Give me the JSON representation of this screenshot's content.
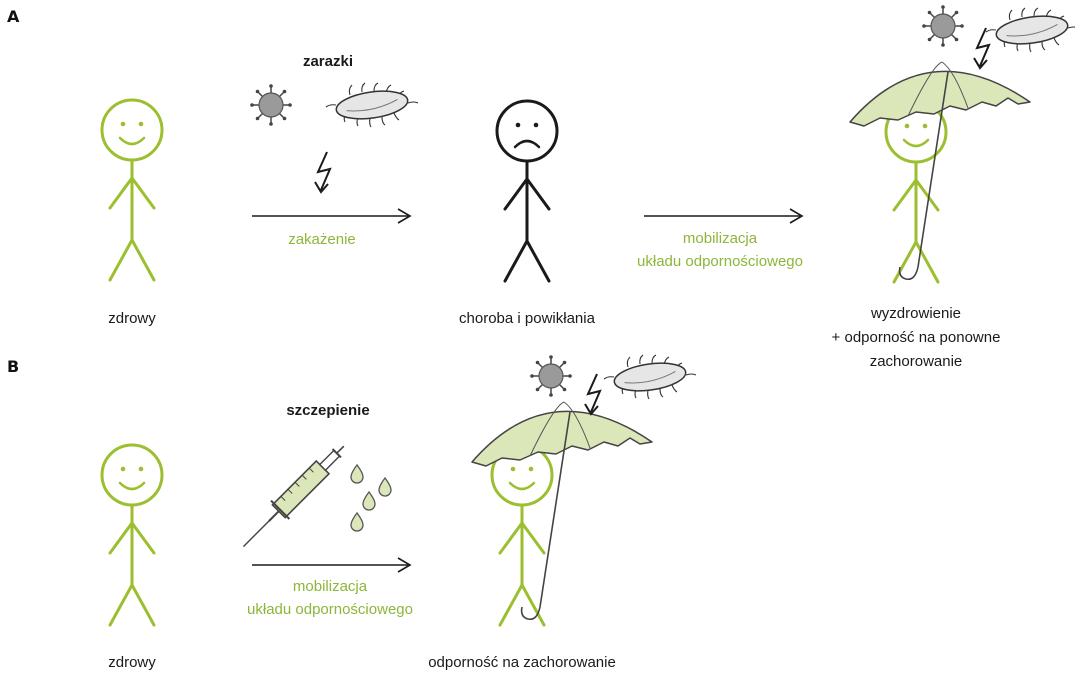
{
  "colors": {
    "healthy_green": "#9bbf2e",
    "label_green": "#8db63a",
    "umbrella_fill": "#dbe7b9",
    "sick_black": "#1a1a1a",
    "virus_gray": "#9a9a9a",
    "bacterium_fill": "#e6e6e6",
    "syringe_fill": "#dbe7b9"
  },
  "panel_a": {
    "letter": "A",
    "germs_title": "zarazki",
    "infection_label": "zakażenie",
    "healthy_label": "zdrowy",
    "sick_label": "choroba i powikłania",
    "mobilization_line1": "mobilizacja",
    "mobilization_line2": "układu odpornościowego",
    "recovery_line1": "wyzdrowienie",
    "recovery_line2": "+ odporność na ponowne",
    "recovery_line3": "zachorowanie"
  },
  "panel_b": {
    "letter": "B",
    "vaccine_title": "szczepienie",
    "healthy_label": "zdrowy",
    "mobilization_line1": "mobilizacja",
    "mobilization_line2": "układu odpornościowego",
    "immunity_label": "odporność na zachorowanie"
  },
  "icons": [
    "virus-icon",
    "bacterium-icon",
    "lightning-icon",
    "umbrella-icon",
    "syringe-icon",
    "droplet-icon",
    "stick-figure-icon"
  ]
}
